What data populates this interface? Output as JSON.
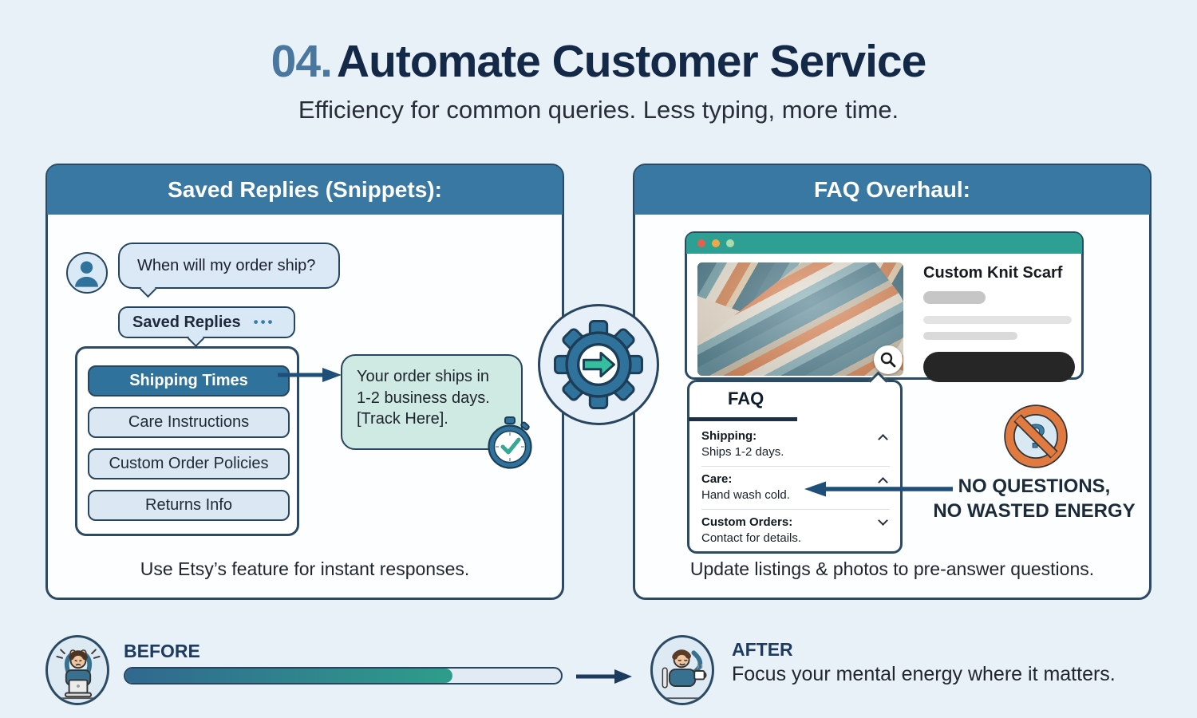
{
  "header": {
    "number": "04.",
    "title": "Automate Customer Service",
    "subtitle": "Efficiency for common queries. Less typing, more time."
  },
  "left_panel": {
    "title": "Saved Replies (Snippets):",
    "question": "When will my order ship?",
    "saved_replies_label": "Saved Replies",
    "menu_dots": "•••",
    "snippets": [
      "Shipping Times",
      "Care Instructions",
      "Custom Order Policies",
      "Returns Info"
    ],
    "selected_snippet": "Shipping Times",
    "reply": "Your order ships in\n1-2 business days.\n[Track Here].",
    "caption": "Use Etsy’s feature for instant responses."
  },
  "right_panel": {
    "title": "FAQ Overhaul:",
    "product_name": "Custom Knit Scarf",
    "faq_heading": "FAQ",
    "faq_items": [
      {
        "label": "Shipping:",
        "answer": "Ships 1-2 days.",
        "chevron": "up"
      },
      {
        "label": "Care:",
        "answer": "Hand wash cold.",
        "chevron": "up"
      },
      {
        "label": "Custom Orders:",
        "answer": "Contact for details.",
        "chevron": "down"
      }
    ],
    "callout_line1": "NO QUESTIONS,",
    "callout_line2": "NO WASTED ENERGY",
    "caption": "Update listings & photos to pre-answer questions."
  },
  "footer": {
    "before_label": "BEFORE",
    "after_label": "AFTER",
    "after_text": "Focus your mental energy where it matters.",
    "progress_percent": 75
  },
  "icons": {
    "gear": "gear-with-arrow",
    "stopwatch": "stopwatch-check",
    "prohibition": "no-questions",
    "magnifier": "zoom-search",
    "before_person": "stressed-at-laptop",
    "after_person": "relaxed-with-coffee"
  },
  "colors": {
    "background": "#e9f1f8",
    "panel_header": "#3a78a4",
    "panel_border": "#2b4a63",
    "accent_blue": "#2f739c",
    "accent_teal": "#35bf9f",
    "browser_bar": "#2ea093",
    "dot_red": "#e2604d",
    "dot_yellow": "#eaaa47",
    "dot_green": "#a9dcae",
    "title_navy": "#142947",
    "title_number_blue": "#49779f",
    "prohibition_orange": "#e07a40"
  }
}
